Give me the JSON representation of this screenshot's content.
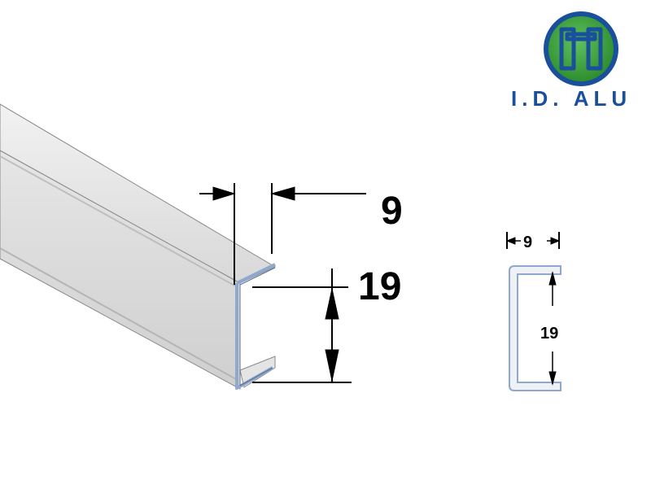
{
  "brand": {
    "name": "I.D. ALU",
    "blue": "#1a4f9c",
    "green": "#3aa63a"
  },
  "profile": {
    "material_fill": "#dcdcdc",
    "edge_color": "#7a8ea8",
    "section_color": "#8fa8d0"
  },
  "dimensions": {
    "main_width": "9",
    "main_height": "19",
    "detail_width": "9",
    "detail_height": "19"
  }
}
